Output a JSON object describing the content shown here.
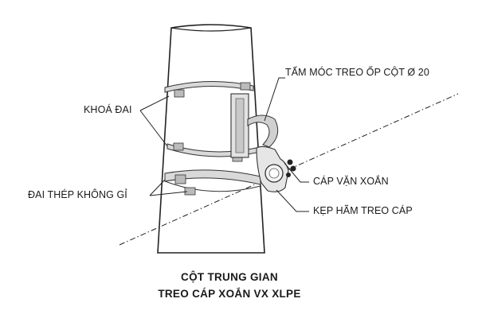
{
  "labels": {
    "hook_plate": "TẤM MÓC TREO ỐP CỘT Ø 20",
    "band_lock": "KHOÁ ĐAI",
    "twisted_cable": "CÁP VẶN XOẮN",
    "stainless_band": "ĐAI THÉP KHÔNG GỈ",
    "suspension_clamp": "KẸP HÃM TREO CÁP"
  },
  "caption": {
    "line1": "CỘT TRUNG GIAN",
    "line2": "TREO CÁP XOẮN VX XLPE"
  }
}
